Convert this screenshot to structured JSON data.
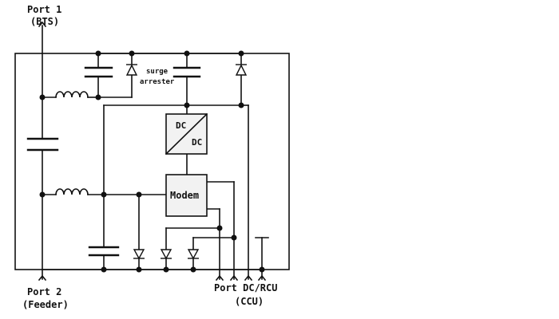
{
  "diagram": {
    "port1": {
      "line1": "Port 1",
      "line2": "(BTS)"
    },
    "port2": {
      "line1": "Port 2",
      "line2": "(Feeder)"
    },
    "surge": {
      "line1": "surge",
      "line2": "arrester"
    },
    "dcdc": {
      "top": "DC",
      "bottom": "DC"
    },
    "modem": "Modem",
    "bottom_ports": {
      "line1": "Port DC/RCU",
      "line2": "(CCU)"
    }
  },
  "colors": {
    "line": "#111111",
    "background": "#ffffff",
    "component_fill": "#f2f2f2"
  }
}
